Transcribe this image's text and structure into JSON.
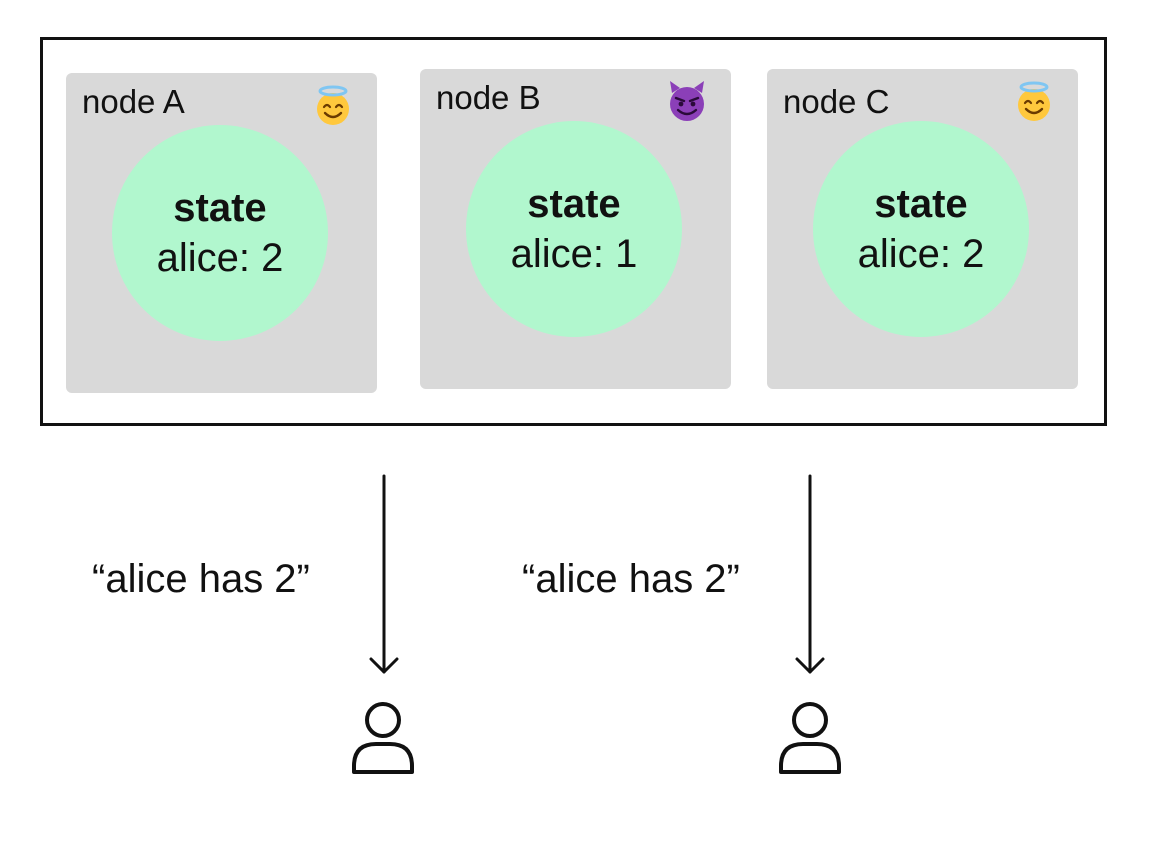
{
  "nodes": [
    {
      "label": "node A",
      "state_title": "state",
      "state_value": "alice: 2",
      "icon": "halo-smiley-icon"
    },
    {
      "label": "node B",
      "state_title": "state",
      "state_value": "alice: 1",
      "icon": "devil-smiley-icon"
    },
    {
      "label": "node C",
      "state_title": "state",
      "state_value": "alice: 2",
      "icon": "halo-smiley-icon"
    }
  ],
  "responses": [
    {
      "text": "“alice has 2”"
    },
    {
      "text": "“alice has 2”"
    }
  ],
  "colors": {
    "node_background": "#d9d9d9",
    "state_fill": "#b1f7ce",
    "line": "#111111",
    "halo_face": "#ffc83d",
    "halo_ring": "#7fc6f2",
    "devil_face": "#8b3fb8"
  }
}
